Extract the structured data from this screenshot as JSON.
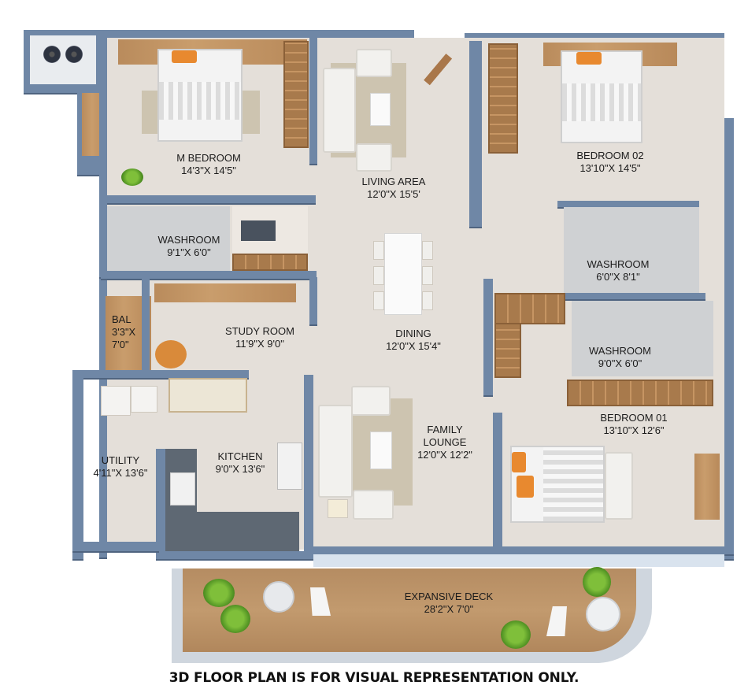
{
  "plan": {
    "title": "3D Floor Plan",
    "disclaimer": "3D FLOOR PLAN IS FOR VISUAL REPRESENTATION ONLY.",
    "colors": {
      "wall": "#6f87a6",
      "floor": "#e4dfd9",
      "wood": "#c99d6c",
      "deck": "#c29a6e",
      "accent_pillow": "#e8892f",
      "plant": "#5e9f2a"
    }
  },
  "rooms": {
    "m_bedroom": {
      "name": "M BEDROOM",
      "size": "14'3\"X 14'5\""
    },
    "living_area": {
      "name": "LIVING AREA",
      "size": "12'0\"X 15'5'"
    },
    "bedroom_02": {
      "name": "BEDROOM 02",
      "size": "13'10\"X 14'5\""
    },
    "washroom_1": {
      "name": "WASHROOM",
      "size": "9'1\"X 6'0\""
    },
    "washroom_2": {
      "name": "WASHROOM",
      "size": "6'0\"X 8'1\""
    },
    "bal": {
      "name": "BAL",
      "size_line1": "3'3\"X",
      "size_line2": "7'0\""
    },
    "study_room": {
      "name": "STUDY ROOM",
      "size": "11'9\"X 9'0\""
    },
    "dining": {
      "name": "DINING",
      "size": "12'0\"X 15'4\""
    },
    "washroom_3": {
      "name": "WASHROOM",
      "size": "9'0\"X 6'0\""
    },
    "family_lounge": {
      "name_line1": "FAMILY",
      "name_line2": "LOUNGE",
      "size": "12'0\"X 12'2\""
    },
    "bedroom_01": {
      "name": "BEDROOM 01",
      "size": "13'10\"X 12'6\""
    },
    "utility": {
      "name": "UTILITY",
      "size": "4'11\"X 13'6\""
    },
    "kitchen": {
      "name": "KITCHEN",
      "size": "9'0\"X 13'6\""
    },
    "expansive_deck": {
      "name": "EXPANSIVE DECK",
      "size": "28'2\"X 7'0\""
    }
  }
}
